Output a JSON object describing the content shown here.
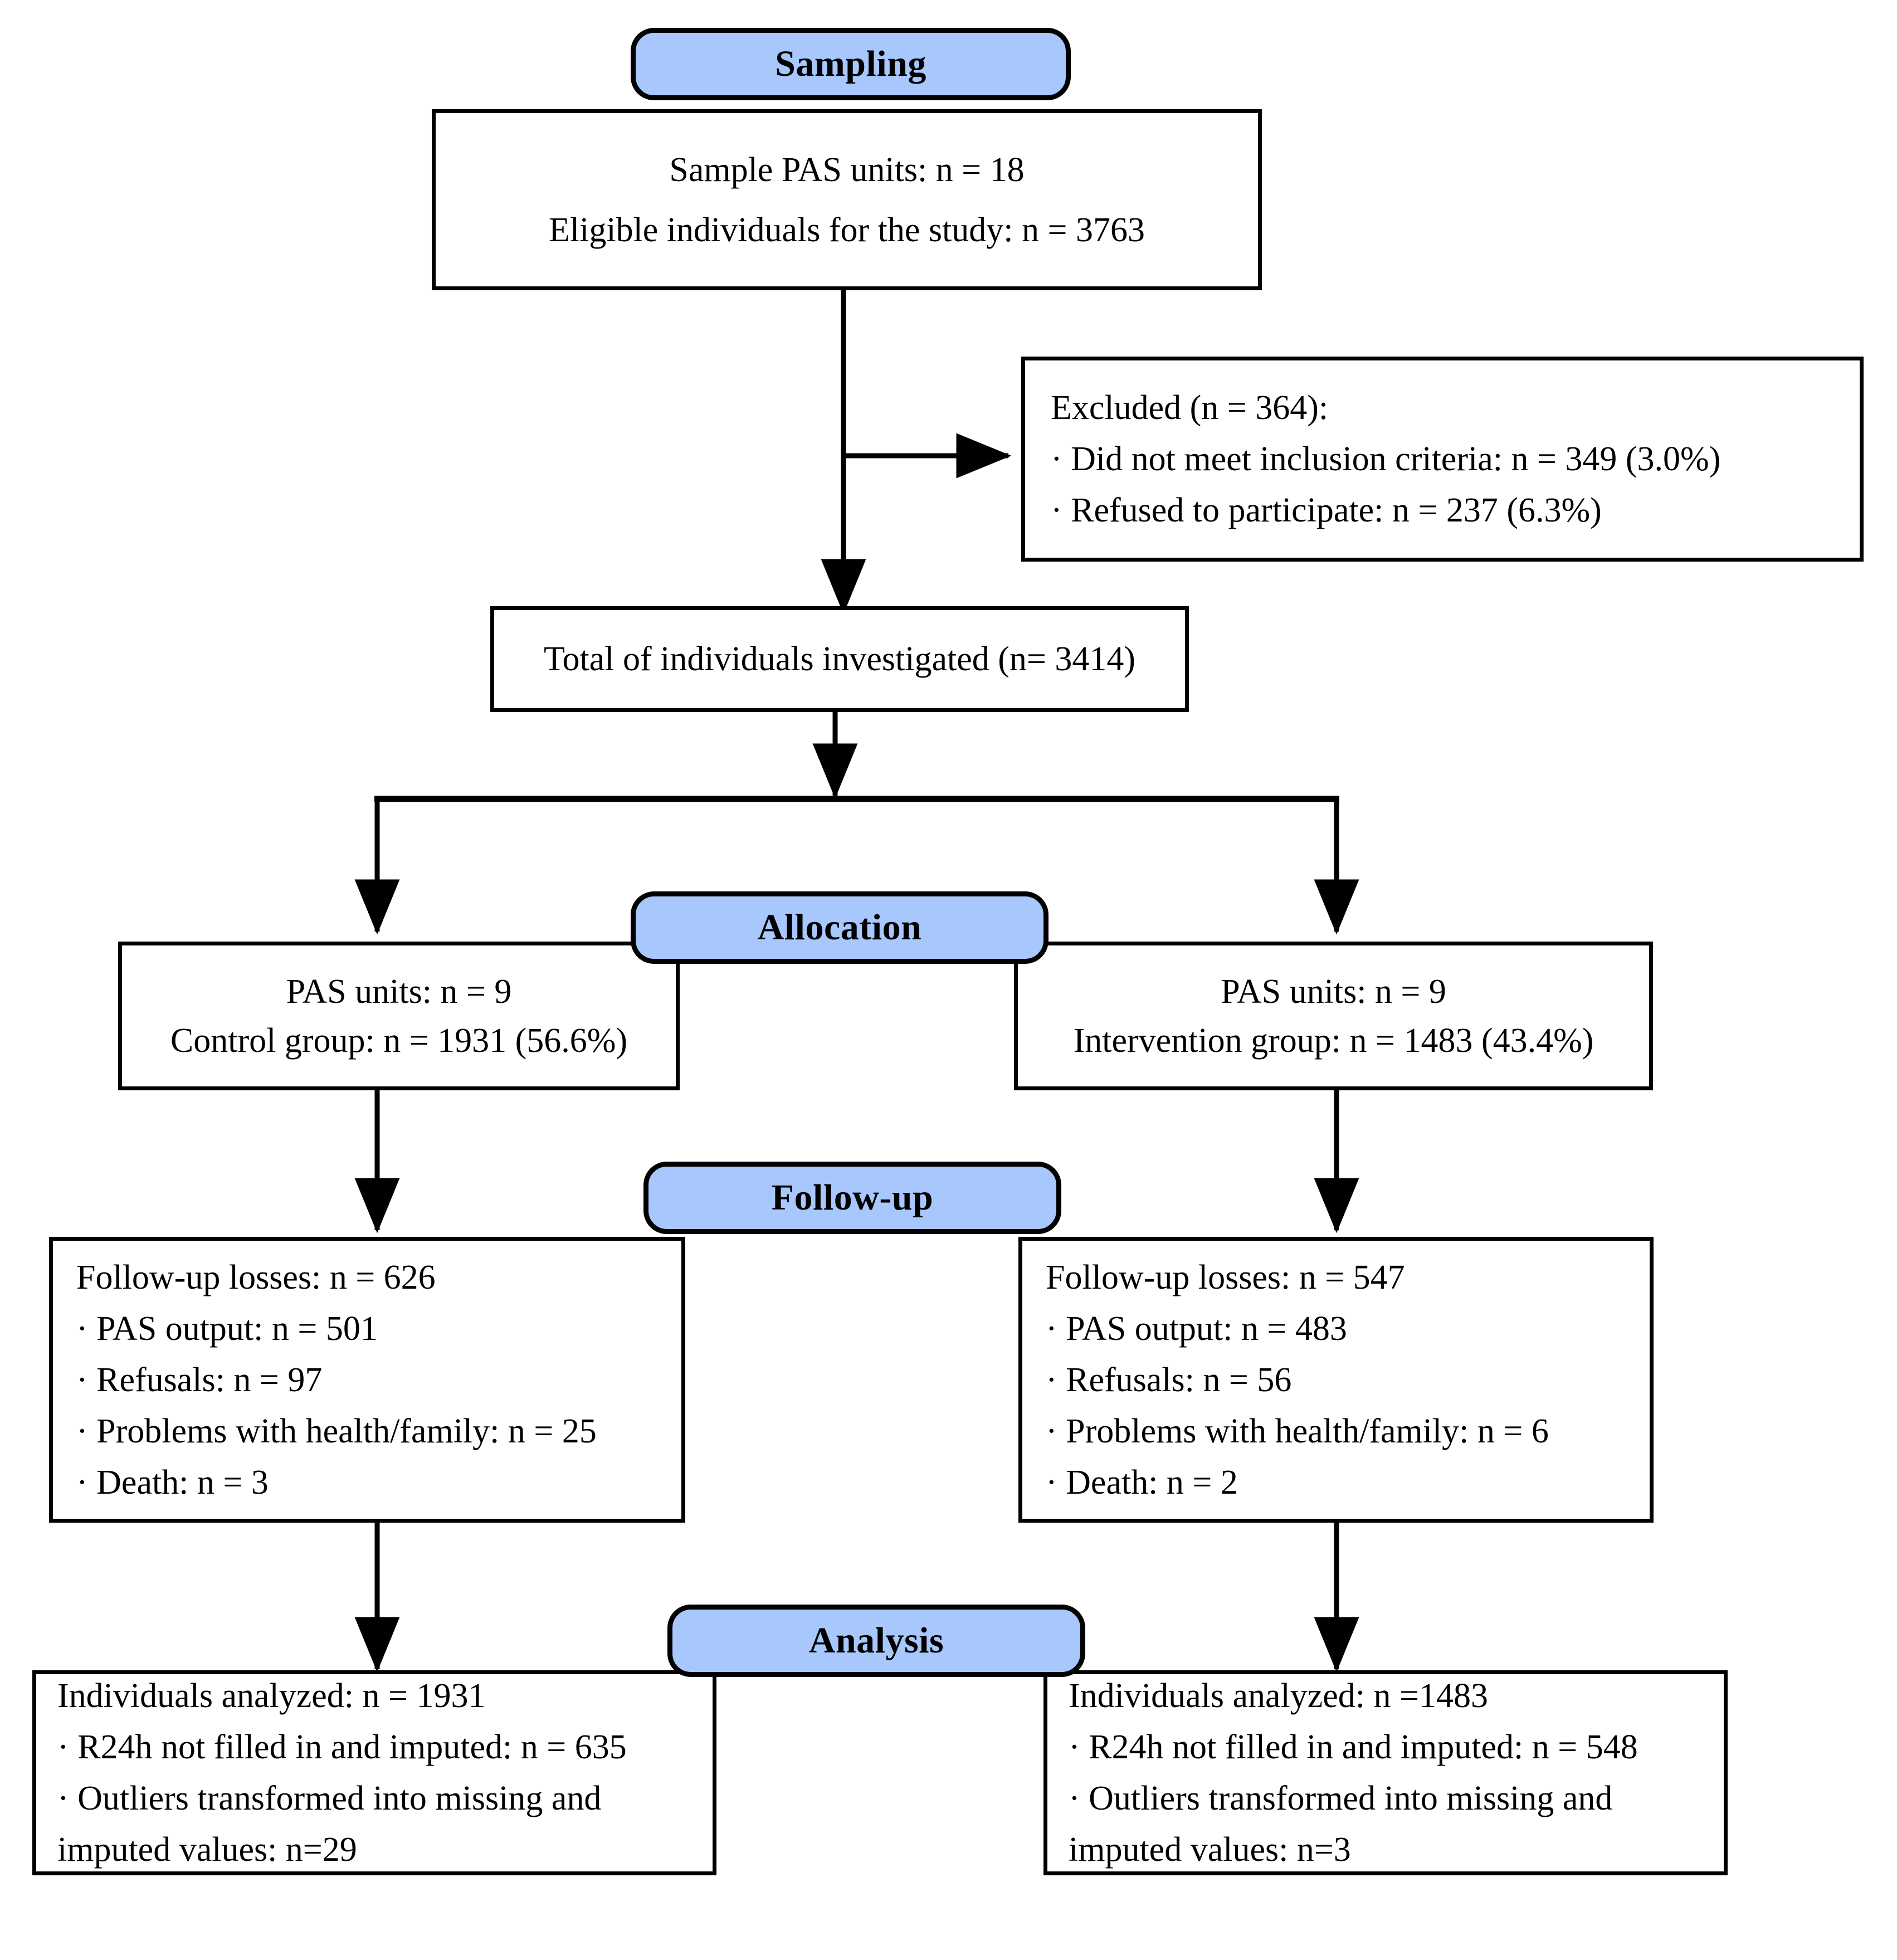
{
  "diagram": {
    "type": "consort-flow-diagram",
    "accent_color": "#A7C7FD",
    "line_color": "#000000",
    "background_color": "#FFFFFF"
  },
  "stages": {
    "sampling": "Sampling",
    "allocation": "Allocation",
    "followup": "Follow-up",
    "analysis": "Analysis"
  },
  "sampling_box": {
    "line1": "Sample PAS units: n = 18",
    "line2": "Eligible individuals for the study: n = 3763"
  },
  "excluded_box": {
    "title": "Excluded (n = 364):",
    "items": [
      "· Did not meet inclusion criteria: n = 349 (3.0%)",
      "· Refused to participate: n = 237 (6.3%)"
    ]
  },
  "total_box": {
    "line1": "Total of individuals investigated (n= 3414)"
  },
  "allocation_left": {
    "line1": "PAS units: n = 9",
    "line2": "Control group: n = 1931 (56.6%)"
  },
  "allocation_right": {
    "line1": "PAS units: n = 9",
    "line2": "Intervention group: n = 1483 (43.4%)"
  },
  "followup_left": {
    "title": "Follow-up losses: n = 626",
    "items": [
      "· PAS output: n = 501",
      "· Refusals: n = 97",
      "· Problems with health/family: n = 25",
      "· Death: n = 3"
    ]
  },
  "followup_right": {
    "title": "Follow-up losses: n = 547",
    "items": [
      "· PAS output: n = 483",
      "· Refusals: n = 56",
      "· Problems with health/family: n = 6",
      "· Death: n = 2"
    ]
  },
  "analysis_left": {
    "title": "Individuals analyzed: n = 1931",
    "items": [
      "· R24h not filled in and imputed: n = 635",
      "· Outliers transformed into missing and",
      "imputed values: n=29"
    ]
  },
  "analysis_right": {
    "title": "Individuals analyzed: n =1483",
    "items": [
      "· R24h not filled in and imputed: n = 548",
      "· Outliers transformed into missing and",
      "imputed values: n=3"
    ]
  }
}
